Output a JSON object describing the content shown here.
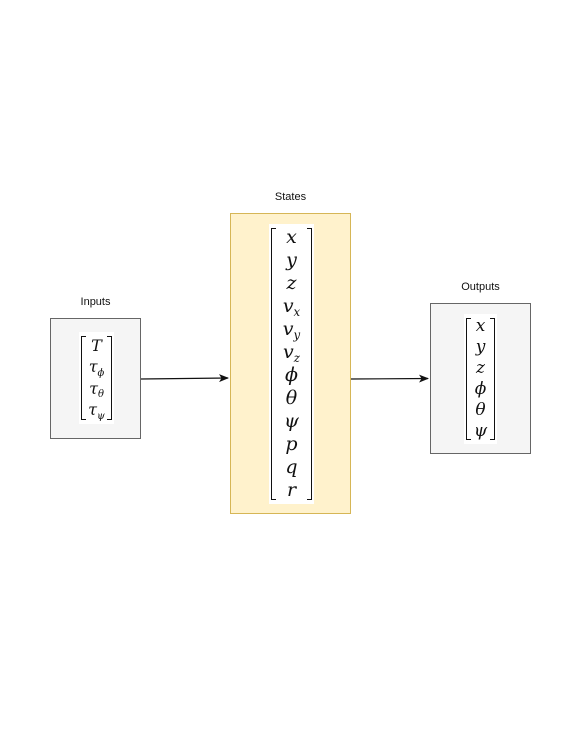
{
  "inputs": {
    "title": "Inputs",
    "entries": [
      {
        "main": "T",
        "sub": ""
      },
      {
        "main": "τ",
        "sub": "ϕ"
      },
      {
        "main": "τ",
        "sub": "θ"
      },
      {
        "main": "τ",
        "sub": "ψ"
      }
    ]
  },
  "states": {
    "title": "States",
    "entries": [
      {
        "main": "x",
        "sub": ""
      },
      {
        "main": "y",
        "sub": ""
      },
      {
        "main": "z",
        "sub": ""
      },
      {
        "main": "v",
        "sub": "x"
      },
      {
        "main": "v",
        "sub": "y"
      },
      {
        "main": "v",
        "sub": "z"
      },
      {
        "main": "ϕ",
        "sub": ""
      },
      {
        "main": "θ",
        "sub": ""
      },
      {
        "main": "ψ",
        "sub": ""
      },
      {
        "main": "p",
        "sub": ""
      },
      {
        "main": "q",
        "sub": ""
      },
      {
        "main": "r",
        "sub": ""
      }
    ]
  },
  "outputs": {
    "title": "Outputs",
    "entries": [
      {
        "main": "x",
        "sub": ""
      },
      {
        "main": "y",
        "sub": ""
      },
      {
        "main": "z",
        "sub": ""
      },
      {
        "main": "ϕ",
        "sub": ""
      },
      {
        "main": "θ",
        "sub": ""
      },
      {
        "main": "ψ",
        "sub": ""
      }
    ]
  },
  "colors": {
    "inputs_fill": "#f5f5f5",
    "inputs_stroke": "#666666",
    "states_fill": "#fff2cc",
    "states_stroke": "#d6b656",
    "outputs_fill": "#f5f5f5",
    "outputs_stroke": "#666666",
    "arrow": "#111111"
  }
}
